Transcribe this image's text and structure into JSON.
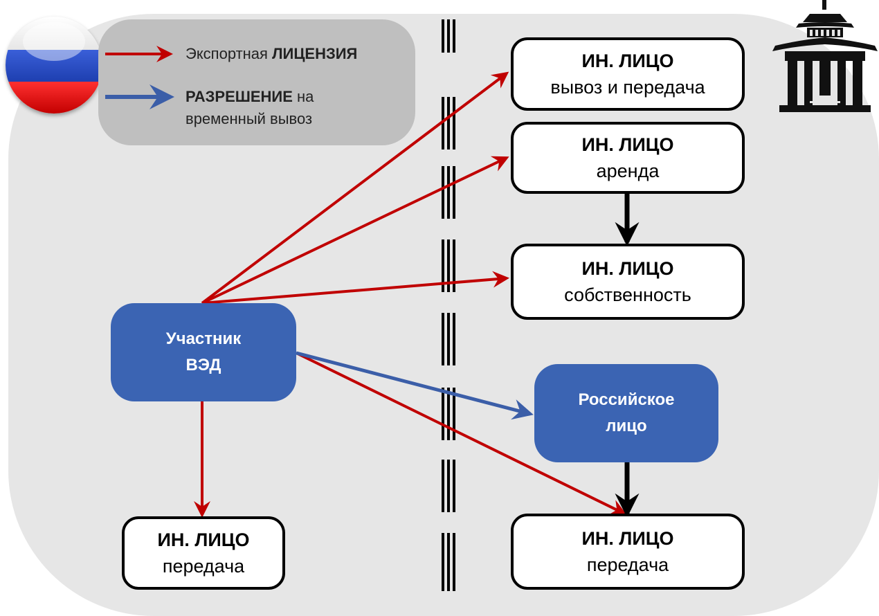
{
  "legend": {
    "license_prefix": "Экспортная ",
    "license_bold": "ЛИЦЕНЗИЯ",
    "permit_bold": "РАЗРЕШЕНИЕ",
    "permit_rest": " на",
    "permit_line2": "временный вывоз"
  },
  "colors": {
    "license_arrow": "#c00000",
    "permit_arrow": "#3b5ea8",
    "participant_fill": "#3b64b3"
  },
  "icons": {
    "flag": "russian-flag-icon",
    "pagoda": "pagoda-icon"
  },
  "participant": {
    "line1": "Участник",
    "line2": "ВЭД"
  },
  "russian_person": {
    "line1": "Российское",
    "line2": "лицо"
  },
  "nodes": {
    "export_transfer": {
      "title": "ИН. ЛИЦО",
      "subtitle": "вывоз и передача"
    },
    "rent": {
      "title": "ИН. ЛИЦО",
      "subtitle": "аренда"
    },
    "ownership": {
      "title": "ИН. ЛИЦО",
      "subtitle": "собственность"
    },
    "transfer_left": {
      "title": "ИН. ЛИЦО",
      "subtitle": "передача"
    },
    "transfer_right": {
      "title": "ИН. ЛИЦО",
      "subtitle": "передача"
    }
  }
}
